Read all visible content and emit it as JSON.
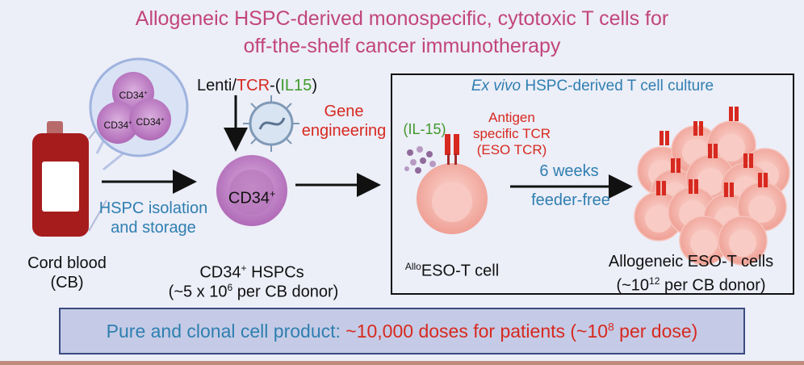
{
  "title": {
    "line1": "Allogeneic HSPC-derived monospecific, cytotoxic T cells for",
    "line2": "off-the-shelf cancer immunotherapy"
  },
  "cord_blood": {
    "bubble_labels": [
      "CD34",
      "CD34",
      "CD34"
    ],
    "bubble_sup": "+",
    "label_line1": "Cord blood",
    "label_line2": "(CB)"
  },
  "isolation": {
    "line1": "HSPC isolation",
    "line2": "and storage"
  },
  "lentivirus": {
    "prefix": "Lenti/",
    "tcr": "TCR",
    "dash": "-(",
    "il15": "IL15",
    "close": ")",
    "gene_line1": "Gene",
    "gene_line2": "engineering"
  },
  "hspc": {
    "cell_label": "CD34",
    "cell_sup": "+",
    "caption_prefix": "CD34",
    "caption_sup": "+",
    "caption_suffix": " HSPCs",
    "count_prefix": "(~5 x 10",
    "count_sup": "6",
    "count_suffix": " per CB donor)"
  },
  "culture": {
    "box_title_italic": "Ex vivo",
    "box_title_rest": " HSPC-derived T cell culture",
    "il15_label": "(IL-15)",
    "antigen_line1": "Antigen",
    "antigen_line2": "specific TCR",
    "antigen_line3": "(ESO TCR)",
    "duration": "6 weeks",
    "method": "feeder-free",
    "single_cell_sup": "Allo",
    "single_cell_label": "ESO-T cell",
    "cluster_line1": "Allogeneic ESO-T cells",
    "cluster_prefix": "(~10",
    "cluster_sup": "12",
    "cluster_suffix": " per CB donor)"
  },
  "product": {
    "prefix": "Pure and clonal cell product: ",
    "highlight": "~10,000 doses for patients (~10",
    "sup": "8",
    "suffix": " per dose)"
  },
  "colors": {
    "title": "#c2457c",
    "blue_text": "#2f7fb0",
    "red_text": "#d7291f",
    "green_text": "#3f9a2b",
    "cell_pink": "#f4b7ae",
    "hspc_purple": "#c07fc4",
    "blood_red": "#a61c1c"
  }
}
